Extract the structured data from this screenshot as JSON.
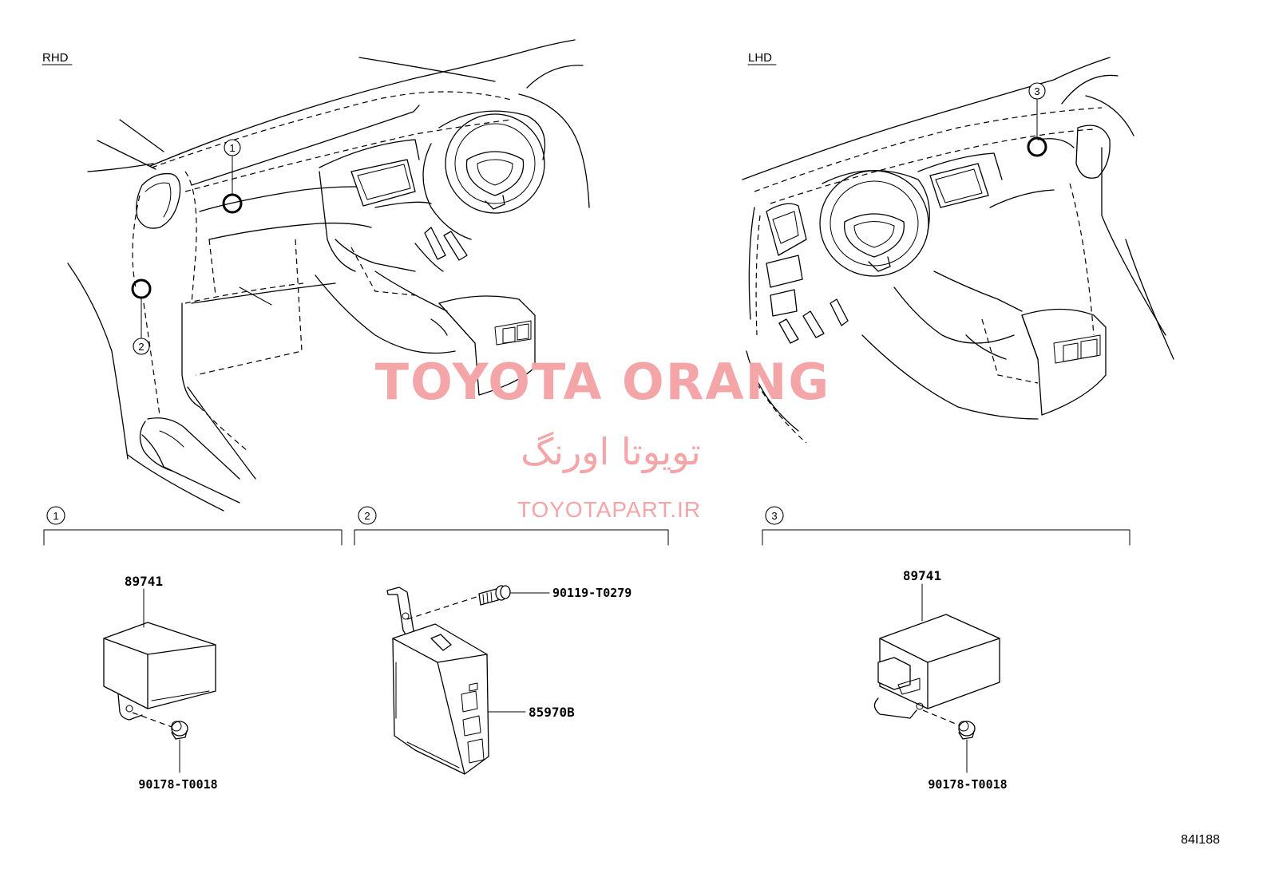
{
  "views": {
    "rhd": {
      "label": "RHD"
    },
    "lhd": {
      "label": "LHD"
    }
  },
  "callouts": {
    "c1": "1",
    "c2": "2",
    "c3": "3"
  },
  "sections": {
    "s1": {
      "number": "1",
      "parts": {
        "unit": "89741",
        "nut": "90178-T0018"
      }
    },
    "s2": {
      "number": "2",
      "parts": {
        "bolt": "90119-T0279",
        "unit": "85970B"
      }
    },
    "s3": {
      "number": "3",
      "parts": {
        "unit": "89741",
        "nut": "90178-T0018"
      }
    }
  },
  "watermark": {
    "title": "TOYOTA ORANG",
    "persian": "تویوتا اورنگ",
    "site": "TOYOTAPART.IR"
  },
  "diagram_code": "84I188",
  "colors": {
    "line": "#000000",
    "watermark": "#f3a5a8",
    "background": "#ffffff"
  }
}
